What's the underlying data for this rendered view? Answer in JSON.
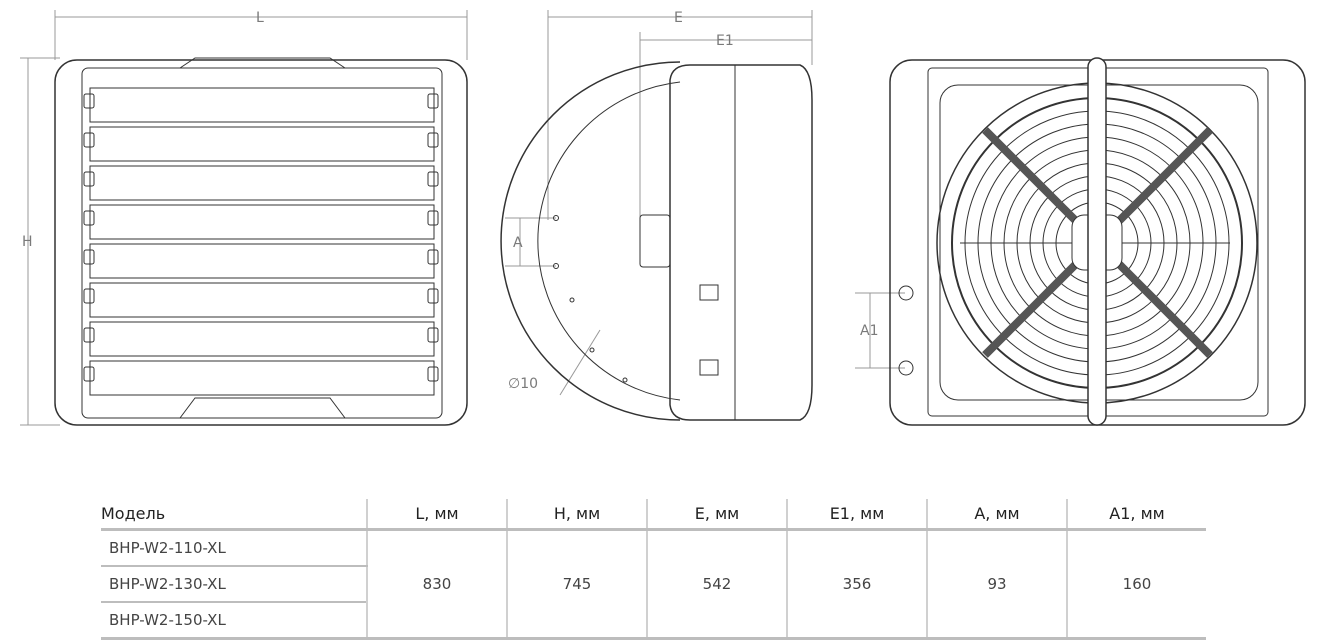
{
  "dimensions": {
    "L": "L",
    "H": "H",
    "E": "E",
    "E1": "E1",
    "A": "A",
    "A1": "A1",
    "diameter": "∅10"
  },
  "table": {
    "headers": [
      "Модель",
      "L, мм",
      "H, мм",
      "E, мм",
      "E1, мм",
      "A, мм",
      "A1, мм"
    ],
    "models": [
      "BHP-W2-110-XL",
      "BHP-W2-130-XL",
      "BHP-W2-150-XL"
    ],
    "values": [
      "830",
      "745",
      "542",
      "356",
      "93",
      "160"
    ]
  }
}
